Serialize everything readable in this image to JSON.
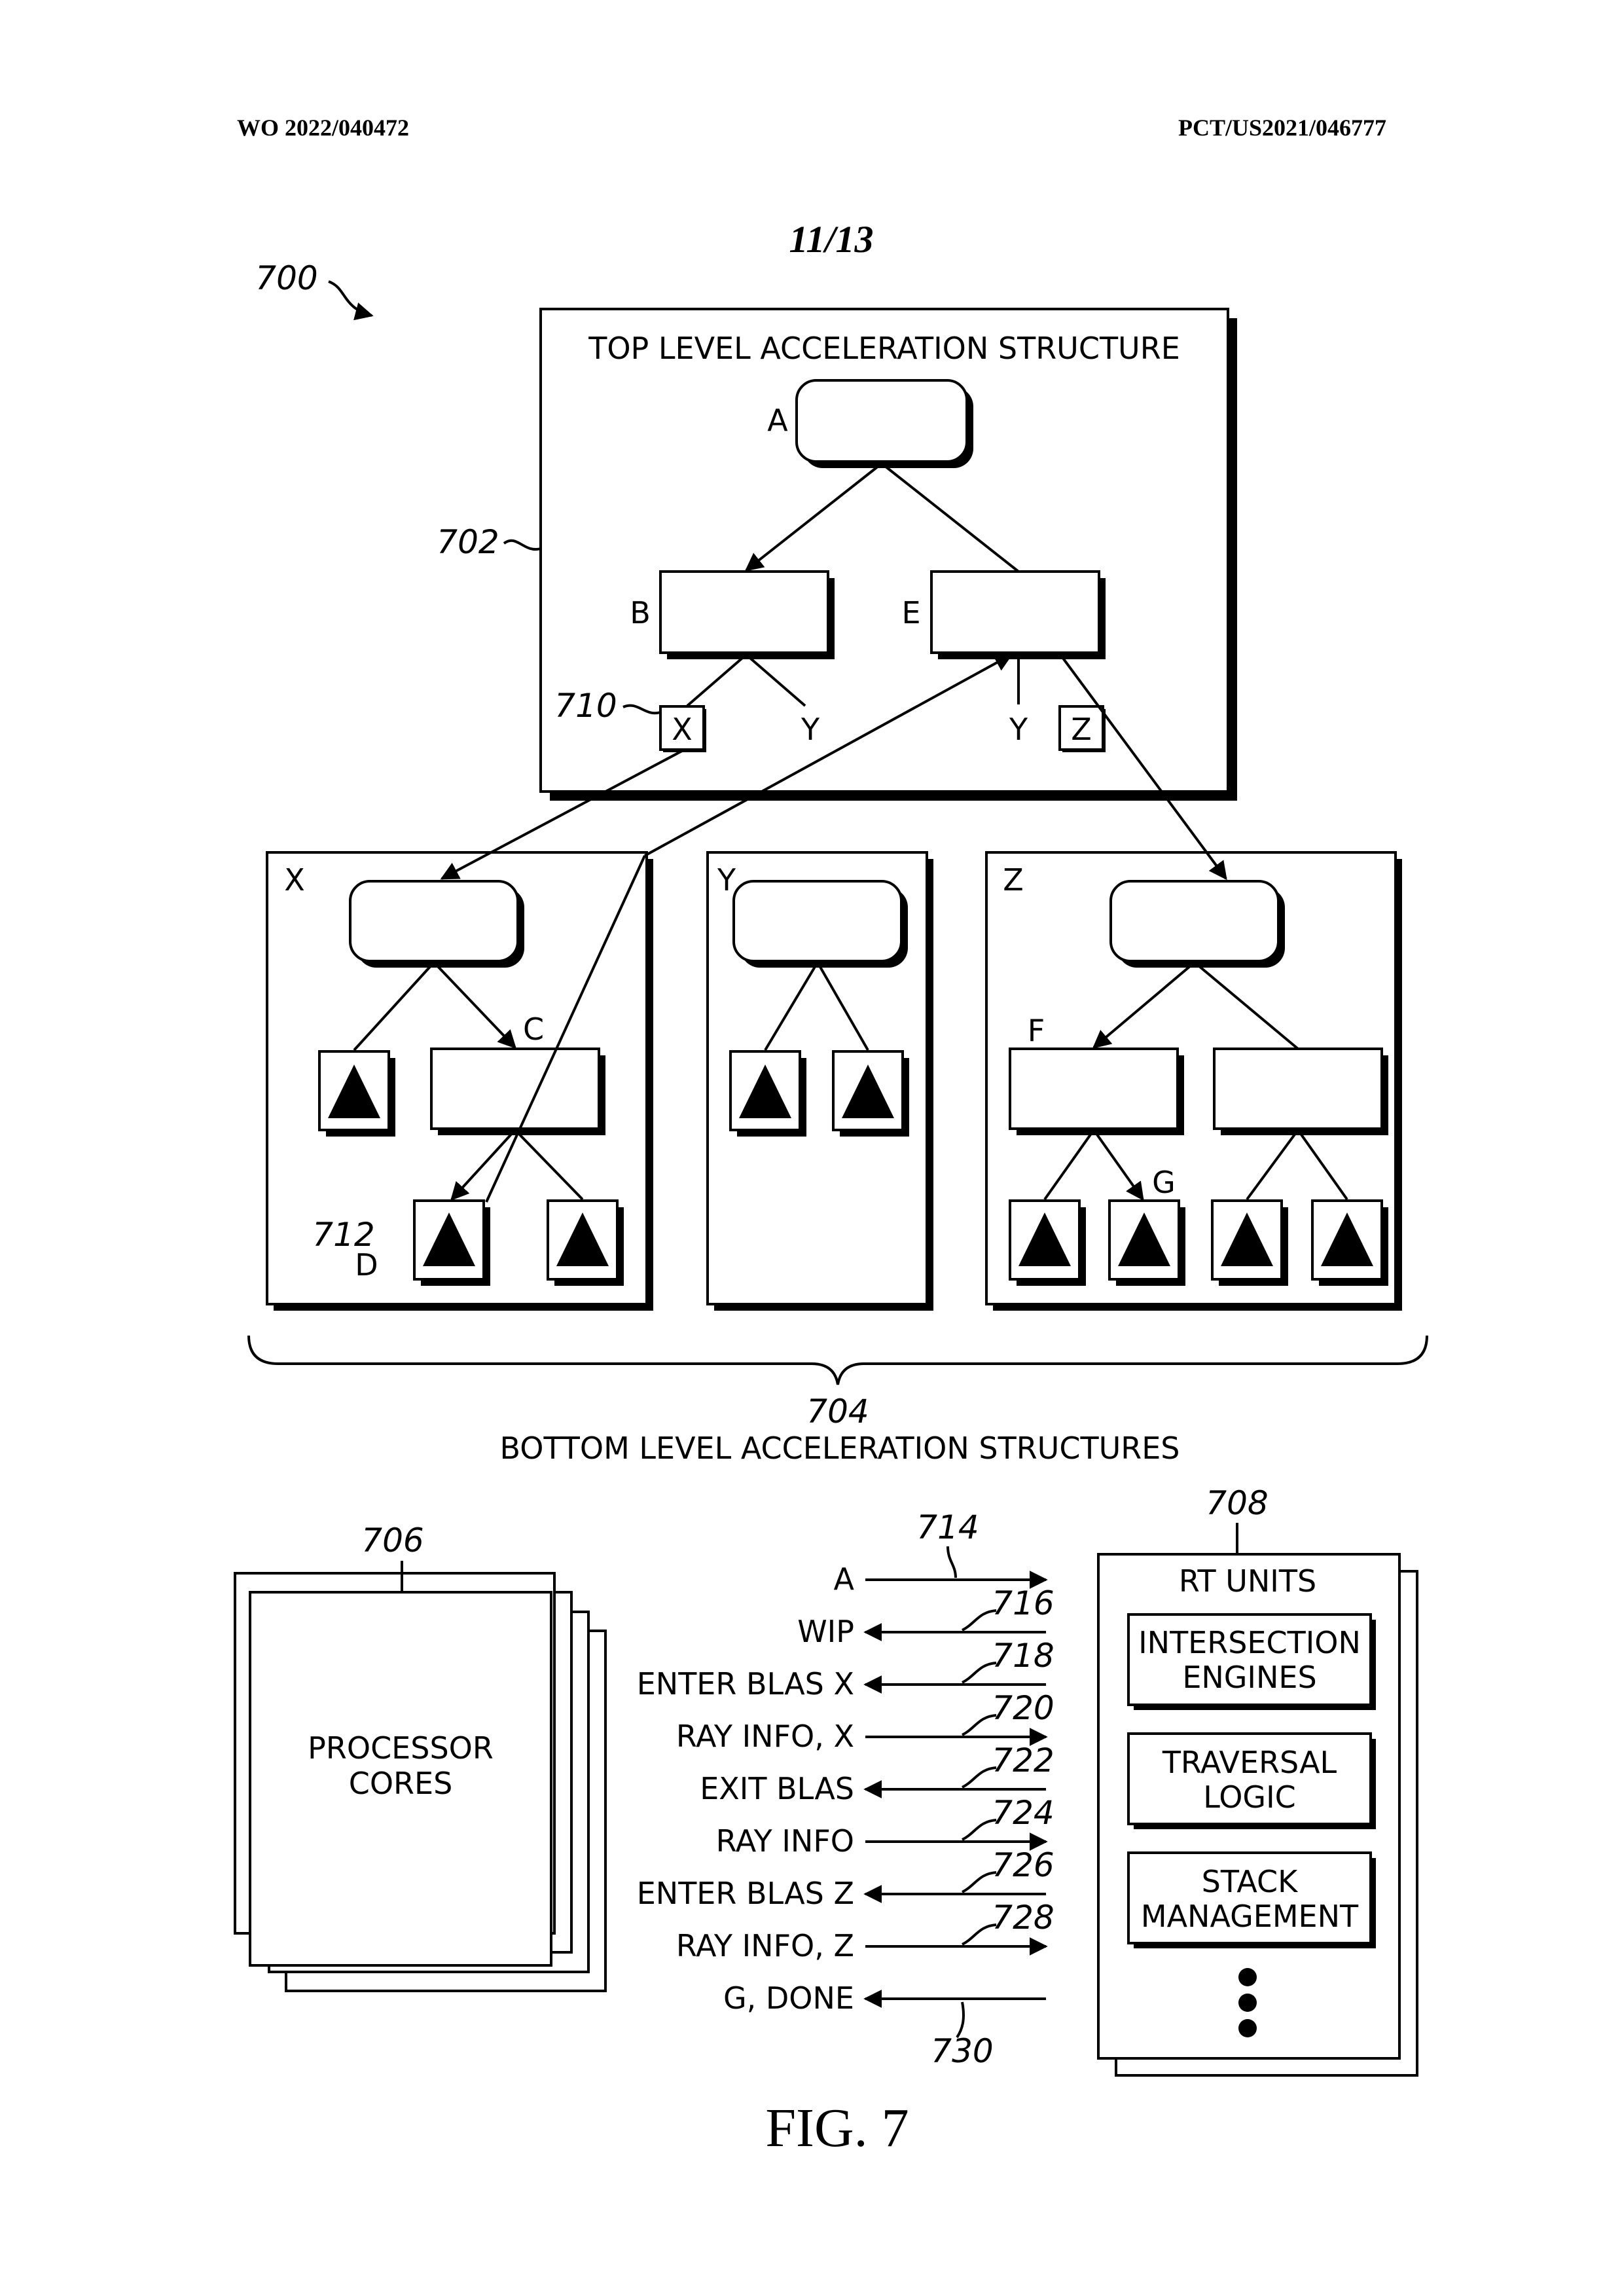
{
  "header": {
    "publication_number": "WO 2022/040472",
    "application_number": "PCT/US2021/046777"
  },
  "page_number": "11/13",
  "figure_ref": "700",
  "figure_caption": "FIG. 7",
  "tlas": {
    "ref": "702",
    "title": "TOP LEVEL ACCELERATION STRUCTURE",
    "node_a": "A",
    "node_b": "B",
    "node_e": "E",
    "leaf_x_ref": "710",
    "leaf_x": "X",
    "leaf_y_left": "Y",
    "leaf_y_right": "Y",
    "leaf_z": "Z"
  },
  "blas": {
    "ref": "704",
    "title": "BOTTOM LEVEL ACCELERATION STRUCTURES",
    "x_label": "X",
    "y_label": "Y",
    "z_label": "Z",
    "node_c": "C",
    "node_d": "D",
    "node_d_ref": "712",
    "node_f": "F",
    "node_g": "G"
  },
  "processor": {
    "ref": "706",
    "line1": "PROCESSOR",
    "line2": "CORES"
  },
  "rt_units": {
    "ref": "708",
    "title": "RT UNITS",
    "intersection_line1": "INTERSECTION",
    "intersection_line2": "ENGINES",
    "traversal_line1": "TRAVERSAL",
    "traversal_line2": "LOGIC",
    "stack_line1": "STACK",
    "stack_line2": "MANAGEMENT"
  },
  "messages": {
    "ref_714": "714",
    "a": "A",
    "ref_716": "716",
    "wip": "WIP",
    "ref_718": "718",
    "enter_blas_x": "ENTER BLAS X",
    "ref_720": "720",
    "ray_info_x": "RAY INFO, X",
    "ref_722": "722",
    "exit_blas": "EXIT BLAS",
    "ref_724": "724",
    "ray_info": "RAY INFO",
    "ref_726": "726",
    "enter_blas_z": "ENTER BLAS Z",
    "ref_728": "728",
    "ray_info_z": "RAY INFO, Z",
    "ref_730": "730",
    "g_done": "G, DONE"
  }
}
